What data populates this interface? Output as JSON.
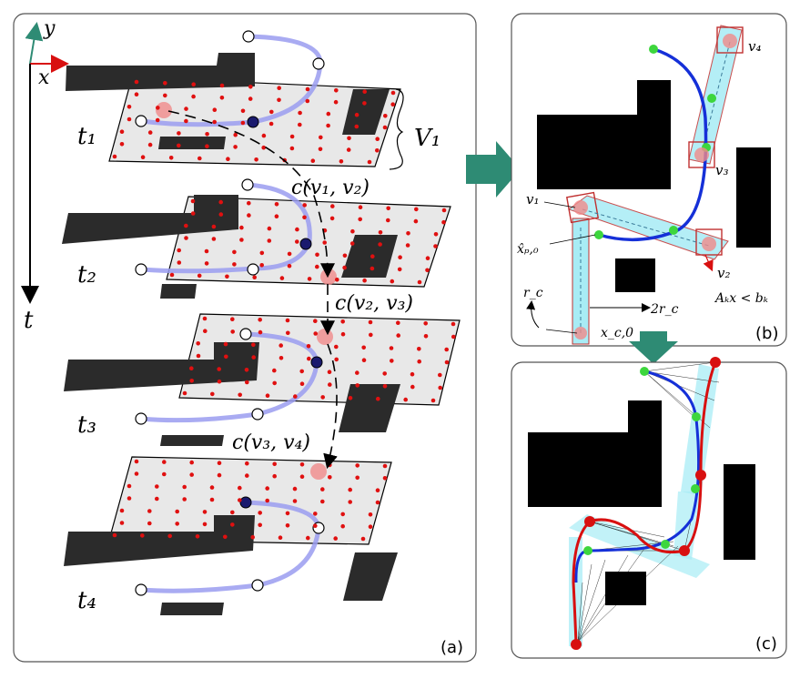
{
  "axes": {
    "y": "y",
    "x": "x",
    "t": "t"
  },
  "panel_a": {
    "tag": "(a)",
    "layers": [
      {
        "time_label": "t₁"
      },
      {
        "time_label": "t₂"
      },
      {
        "time_label": "t₃"
      },
      {
        "time_label": "t₄"
      }
    ],
    "set_label": "V₁",
    "edges": [
      "c(v₁, v₂)",
      "c(v₂, v₃)",
      "c(v₃, v₄)"
    ]
  },
  "panel_b": {
    "tag": "(b)",
    "v1": "v₁",
    "v2": "v₂",
    "v3": "v₃",
    "v4": "v₄",
    "xp0": "x̂ₚ,₀",
    "rc": "r_c",
    "two_rc": "2r_c",
    "xc0": "x_c,0",
    "constraint": "Aₖx < bₖ"
  },
  "panel_c": {
    "tag": "(c)"
  },
  "colors": {
    "obstacle": "#2b2b2b",
    "plane": "#e8e8e8",
    "grid_dot": "#e01010",
    "trajectory": "#9a9cf0",
    "arrow_green": "#2e8b74",
    "corridor": "#a8ecf5",
    "path_blue": "#1530d8",
    "path_red": "#d81010"
  }
}
